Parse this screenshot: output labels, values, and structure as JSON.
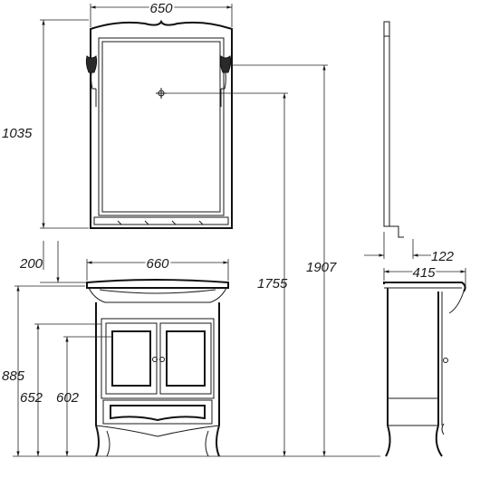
{
  "dimensions": {
    "mirror_width": "650",
    "mirror_height": "1035",
    "gap_to_basin": "200",
    "basin_width": "660",
    "mirror_center_height": "1755",
    "total_height": "1907",
    "mirror_shelf_depth": "122",
    "cabinet_depth": "415",
    "cabinet_height": "885",
    "height_652": "652",
    "height_602": "602"
  }
}
